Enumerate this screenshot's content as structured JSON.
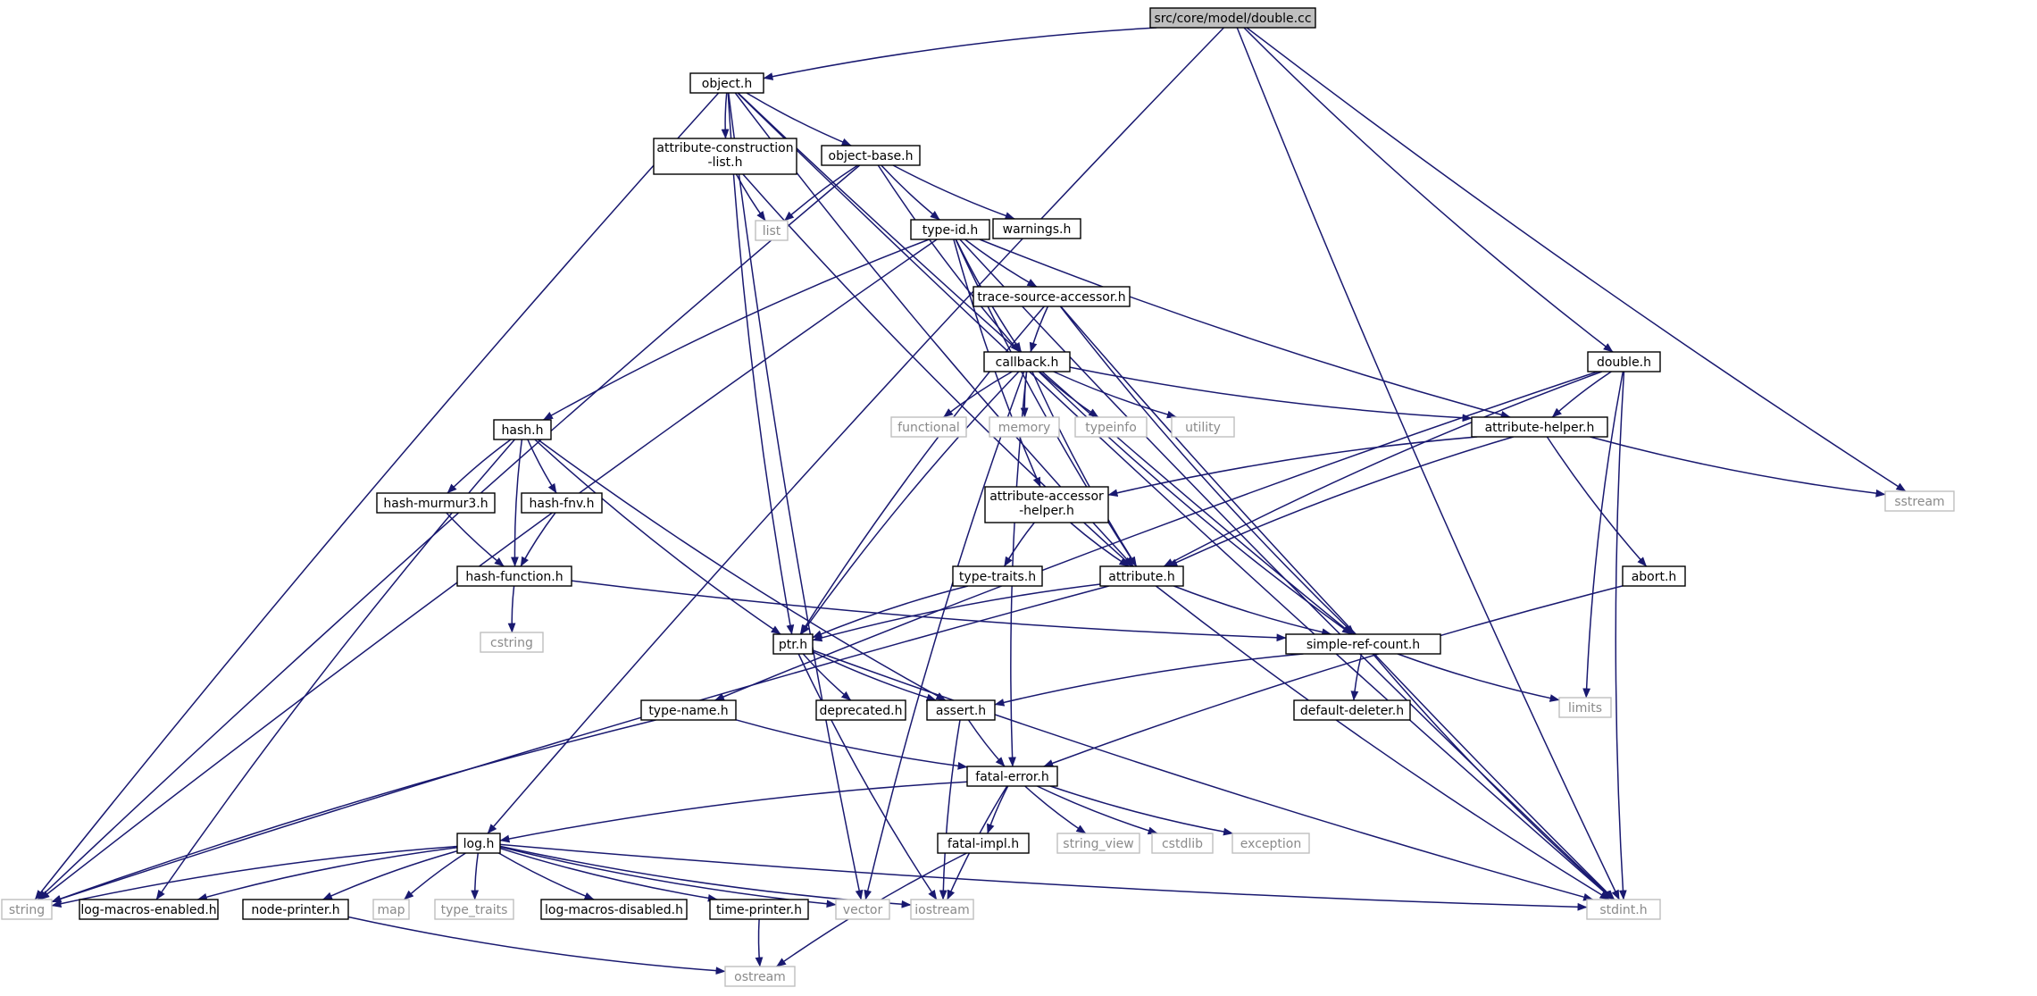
{
  "colors": {
    "edge": "#191970",
    "local_border": "#000000",
    "system_border": "#bfbfbf",
    "root_fill": "#bfbfbf",
    "system_text": "#8a8a8a"
  },
  "nodes": [
    {
      "id": "root",
      "label": "src/core/model/double.cc",
      "kind": "root"
    },
    {
      "id": "object_h",
      "label": "object.h",
      "kind": "local"
    },
    {
      "id": "attr_construction",
      "label": "attribute-construction",
      "label2": "-list.h",
      "kind": "local"
    },
    {
      "id": "object_base",
      "label": "object-base.h",
      "kind": "local"
    },
    {
      "id": "list",
      "label": "list",
      "kind": "system"
    },
    {
      "id": "warnings",
      "label": "warnings.h",
      "kind": "local"
    },
    {
      "id": "type_id",
      "label": "type-id.h",
      "kind": "local"
    },
    {
      "id": "trace_source",
      "label": "trace-source-accessor.h",
      "kind": "local"
    },
    {
      "id": "callback",
      "label": "callback.h",
      "kind": "local"
    },
    {
      "id": "functional",
      "label": "functional",
      "kind": "system"
    },
    {
      "id": "memory",
      "label": "memory",
      "kind": "system"
    },
    {
      "id": "typeinfo",
      "label": "typeinfo",
      "kind": "system"
    },
    {
      "id": "utility",
      "label": "utility",
      "kind": "system"
    },
    {
      "id": "double_h",
      "label": "double.h",
      "kind": "local"
    },
    {
      "id": "attr_helper",
      "label": "attribute-helper.h",
      "kind": "local"
    },
    {
      "id": "sstream",
      "label": "sstream",
      "kind": "system"
    },
    {
      "id": "hash_h",
      "label": "hash.h",
      "kind": "local"
    },
    {
      "id": "hash_murmur",
      "label": "hash-murmur3.h",
      "kind": "local"
    },
    {
      "id": "hash_fnv",
      "label": "hash-fnv.h",
      "kind": "local"
    },
    {
      "id": "attr_accessor",
      "label": "attribute-accessor",
      "label2": "-helper.h",
      "kind": "local"
    },
    {
      "id": "hash_function",
      "label": "hash-function.h",
      "kind": "local"
    },
    {
      "id": "type_traits_h",
      "label": "type-traits.h",
      "kind": "local"
    },
    {
      "id": "attribute_h",
      "label": "attribute.h",
      "kind": "local"
    },
    {
      "id": "abort_h",
      "label": "abort.h",
      "kind": "local"
    },
    {
      "id": "cstring",
      "label": "cstring",
      "kind": "system"
    },
    {
      "id": "ptr_h",
      "label": "ptr.h",
      "kind": "local"
    },
    {
      "id": "simple_ref",
      "label": "simple-ref-count.h",
      "kind": "local"
    },
    {
      "id": "type_name",
      "label": "type-name.h",
      "kind": "local"
    },
    {
      "id": "deprecated",
      "label": "deprecated.h",
      "kind": "local"
    },
    {
      "id": "assert_h",
      "label": "assert.h",
      "kind": "local"
    },
    {
      "id": "default_deleter",
      "label": "default-deleter.h",
      "kind": "local"
    },
    {
      "id": "limits",
      "label": "limits",
      "kind": "system"
    },
    {
      "id": "fatal_error",
      "label": "fatal-error.h",
      "kind": "local"
    },
    {
      "id": "log_h",
      "label": "log.h",
      "kind": "local"
    },
    {
      "id": "fatal_impl",
      "label": "fatal-impl.h",
      "kind": "local"
    },
    {
      "id": "string_view",
      "label": "string_view",
      "kind": "system"
    },
    {
      "id": "cstdlib",
      "label": "cstdlib",
      "kind": "system"
    },
    {
      "id": "exception",
      "label": "exception",
      "kind": "system"
    },
    {
      "id": "string",
      "label": "string",
      "kind": "system"
    },
    {
      "id": "log_enabled",
      "label": "log-macros-enabled.h",
      "kind": "local"
    },
    {
      "id": "node_printer",
      "label": "node-printer.h",
      "kind": "local"
    },
    {
      "id": "map",
      "label": "map",
      "kind": "system"
    },
    {
      "id": "type_traits",
      "label": "type_traits",
      "kind": "system"
    },
    {
      "id": "log_disabled",
      "label": "log-macros-disabled.h",
      "kind": "local"
    },
    {
      "id": "time_printer",
      "label": "time-printer.h",
      "kind": "local"
    },
    {
      "id": "vector",
      "label": "vector",
      "kind": "system"
    },
    {
      "id": "iostream",
      "label": "iostream",
      "kind": "system"
    },
    {
      "id": "stdint",
      "label": "stdint.h",
      "kind": "system"
    },
    {
      "id": "ostream",
      "label": "ostream",
      "kind": "system"
    }
  ],
  "edges": [
    [
      "root",
      "object_h"
    ],
    [
      "root",
      "log_h"
    ],
    [
      "root",
      "double_h"
    ],
    [
      "root",
      "sstream"
    ],
    [
      "root",
      "stdint"
    ],
    [
      "object_h",
      "attr_construction"
    ],
    [
      "object_h",
      "object_base"
    ],
    [
      "object_h",
      "string"
    ],
    [
      "object_h",
      "vector"
    ],
    [
      "object_h",
      "ptr_h"
    ],
    [
      "object_h",
      "attribute_h"
    ],
    [
      "object_h",
      "simple_ref"
    ],
    [
      "object_h",
      "stdint"
    ],
    [
      "attr_construction",
      "list"
    ],
    [
      "attr_construction",
      "attribute_h"
    ],
    [
      "object_base",
      "list"
    ],
    [
      "object_base",
      "warnings"
    ],
    [
      "object_base",
      "type_id"
    ],
    [
      "object_base",
      "callback"
    ],
    [
      "object_base",
      "string"
    ],
    [
      "type_id",
      "trace_source"
    ],
    [
      "type_id",
      "callback"
    ],
    [
      "type_id",
      "hash_h"
    ],
    [
      "type_id",
      "attr_accessor"
    ],
    [
      "type_id",
      "attr_helper"
    ],
    [
      "type_id",
      "attribute_h"
    ],
    [
      "type_id",
      "string"
    ],
    [
      "type_id",
      "stdint"
    ],
    [
      "trace_source",
      "callback"
    ],
    [
      "trace_source",
      "ptr_h"
    ],
    [
      "trace_source",
      "simple_ref"
    ],
    [
      "trace_source",
      "stdint"
    ],
    [
      "callback",
      "functional"
    ],
    [
      "callback",
      "memory"
    ],
    [
      "callback",
      "typeinfo"
    ],
    [
      "callback",
      "utility"
    ],
    [
      "callback",
      "attr_helper"
    ],
    [
      "callback",
      "attribute_h"
    ],
    [
      "callback",
      "ptr_h"
    ],
    [
      "callback",
      "simple_ref"
    ],
    [
      "callback",
      "fatal_error"
    ],
    [
      "callback",
      "vector"
    ],
    [
      "double_h",
      "attr_helper"
    ],
    [
      "double_h",
      "attribute_h"
    ],
    [
      "double_h",
      "limits"
    ],
    [
      "double_h",
      "stdint"
    ],
    [
      "double_h",
      "type_name"
    ],
    [
      "attr_helper",
      "attr_accessor"
    ],
    [
      "attr_helper",
      "abort_h"
    ],
    [
      "attr_helper",
      "sstream"
    ],
    [
      "attr_helper",
      "attribute_h"
    ],
    [
      "hash_h",
      "hash_murmur"
    ],
    [
      "hash_h",
      "hash_fnv"
    ],
    [
      "hash_h",
      "hash_function"
    ],
    [
      "hash_h",
      "ptr_h"
    ],
    [
      "hash_h",
      "assert_h"
    ],
    [
      "hash_h",
      "log_enabled"
    ],
    [
      "hash_murmur",
      "hash_function"
    ],
    [
      "hash_fnv",
      "hash_function"
    ],
    [
      "hash_function",
      "cstring"
    ],
    [
      "hash_function",
      "simple_ref"
    ],
    [
      "attr_accessor",
      "type_traits_h"
    ],
    [
      "attr_accessor",
      "attribute_h"
    ],
    [
      "type_traits_h",
      "ptr_h"
    ],
    [
      "attribute_h",
      "ptr_h"
    ],
    [
      "attribute_h",
      "simple_ref"
    ],
    [
      "attribute_h",
      "string"
    ],
    [
      "attribute_h",
      "stdint"
    ],
    [
      "abort_h",
      "fatal_error"
    ],
    [
      "ptr_h",
      "deprecated"
    ],
    [
      "ptr_h",
      "assert_h"
    ],
    [
      "ptr_h",
      "iostream"
    ],
    [
      "ptr_h",
      "stdint"
    ],
    [
      "simple_ref",
      "default_deleter"
    ],
    [
      "simple_ref",
      "assert_h"
    ],
    [
      "simple_ref",
      "limits"
    ],
    [
      "simple_ref",
      "stdint"
    ],
    [
      "type_name",
      "fatal_error"
    ],
    [
      "type_name",
      "string"
    ],
    [
      "assert_h",
      "fatal_error"
    ],
    [
      "assert_h",
      "iostream"
    ],
    [
      "fatal_error",
      "log_h"
    ],
    [
      "fatal_error",
      "fatal_impl"
    ],
    [
      "fatal_error",
      "string_view"
    ],
    [
      "fatal_error",
      "cstdlib"
    ],
    [
      "fatal_error",
      "exception"
    ],
    [
      "fatal_error",
      "iostream"
    ],
    [
      "fatal_impl",
      "ostream"
    ],
    [
      "log_h",
      "string"
    ],
    [
      "log_h",
      "log_enabled"
    ],
    [
      "log_h",
      "node_printer"
    ],
    [
      "log_h",
      "map"
    ],
    [
      "log_h",
      "type_traits"
    ],
    [
      "log_h",
      "log_disabled"
    ],
    [
      "log_h",
      "time_printer"
    ],
    [
      "log_h",
      "vector"
    ],
    [
      "log_h",
      "iostream"
    ],
    [
      "log_h",
      "stdint"
    ],
    [
      "node_printer",
      "ostream"
    ],
    [
      "time_printer",
      "ostream"
    ]
  ]
}
